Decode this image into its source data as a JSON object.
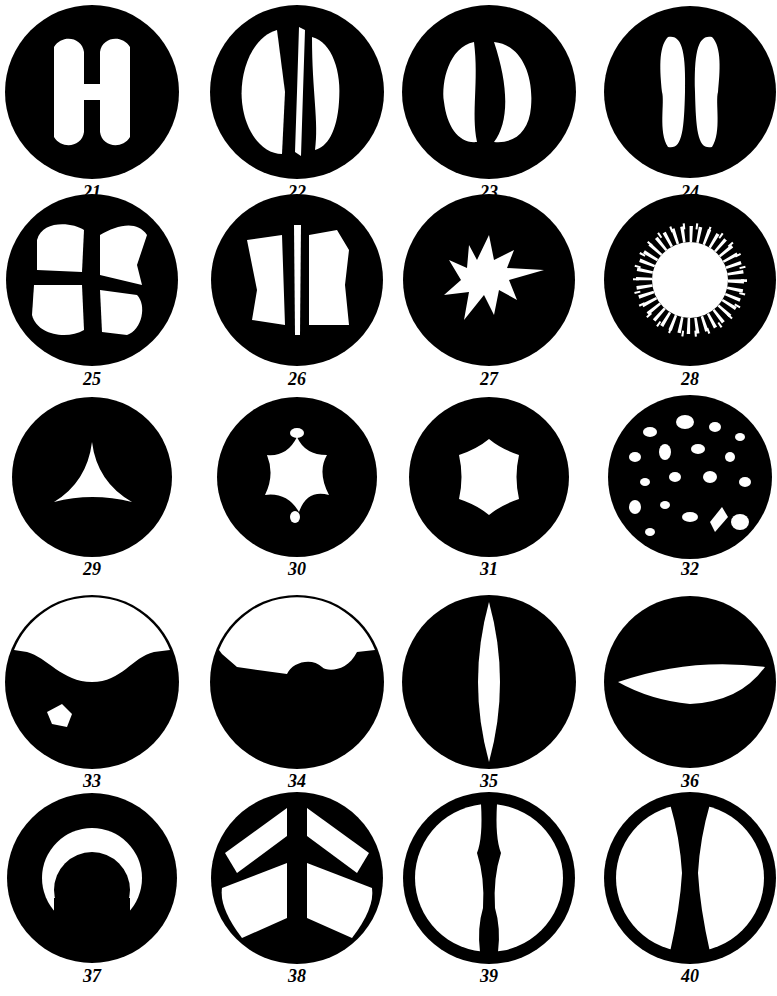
{
  "diagram": {
    "labels": [
      "21",
      "22",
      "23",
      "24",
      "25",
      "26",
      "27",
      "28",
      "29",
      "30",
      "31",
      "32",
      "33",
      "34",
      "35",
      "36",
      "37",
      "38",
      "39",
      "40"
    ]
  }
}
